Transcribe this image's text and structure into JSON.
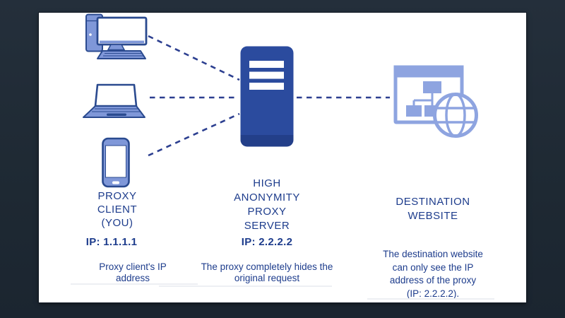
{
  "colors": {
    "background": "#1e2933",
    "panel": "#ffffff",
    "text_blue": "#1d3c8c",
    "device_fill": "#7f97d8",
    "device_outline": "#2a4a8f",
    "server_fill": "#2b4b9e",
    "destination_fill": "#8ea4e0",
    "dash_line": "#2c3f90"
  },
  "diagram": {
    "client": {
      "icons": [
        "desktop-computer-icon",
        "laptop-icon",
        "smartphone-icon"
      ],
      "heading_lines": [
        "PROXY",
        "CLIENT",
        "(YOU)"
      ],
      "ip": "IP: 1.1.1.1",
      "description_lines": [
        "Proxy client's IP",
        "address"
      ]
    },
    "proxy_server": {
      "icon": "server-tower-icon",
      "heading_lines": [
        "HIGH",
        "ANONYMITY",
        "PROXY",
        "SERVER"
      ],
      "ip": "IP: 2.2.2.2",
      "description_lines": [
        "The proxy completely hides the",
        "original request"
      ]
    },
    "destination": {
      "icon": "website-globe-icon",
      "heading_lines": [
        "DESTINATION",
        "WEBSITE"
      ],
      "description_lines": [
        "The destination website",
        "can only see the IP",
        "address of the proxy",
        "(IP: 2.2.2.2)."
      ]
    },
    "connections": [
      {
        "from": "desktop-computer",
        "to": "proxy-server",
        "style": "dashed"
      },
      {
        "from": "laptop",
        "to": "proxy-server",
        "style": "dashed"
      },
      {
        "from": "smartphone",
        "to": "proxy-server",
        "style": "dashed"
      },
      {
        "from": "proxy-server",
        "to": "destination-website",
        "style": "dashed"
      }
    ]
  }
}
